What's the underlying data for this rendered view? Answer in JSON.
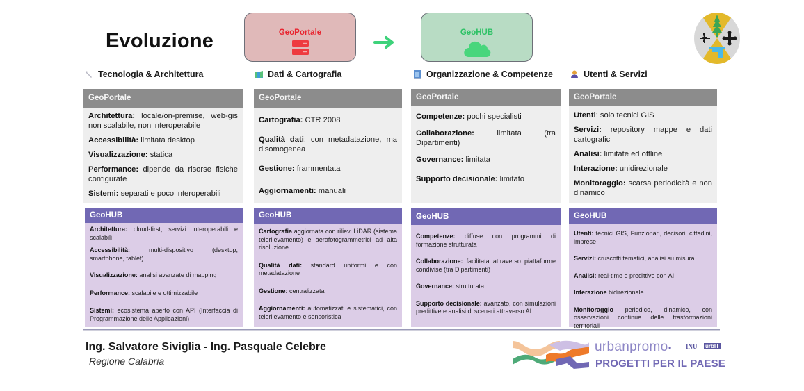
{
  "slide": {
    "title": "Evoluzione",
    "transition": {
      "from": {
        "label": "GeoPortale",
        "icon": "server-icon",
        "color": "#e8242f"
      },
      "to": {
        "label": "GeoHUB",
        "icon": "cloud-icon",
        "color": "#2ec266"
      },
      "arrow_icon": "arrow-right-icon"
    },
    "crest": "regione-calabria-crest"
  },
  "columns": [
    {
      "title": "Tecnologia & Architettura",
      "icon": "wrench-icon",
      "old": {
        "header": "GeoPortale",
        "items": [
          {
            "label": "Architettura:",
            "text": " locale/on-premise, web-gis non scalabile, non interoperabile"
          },
          {
            "label": "Accessibilità:",
            "text": " limitata desktop"
          },
          {
            "label": "Visualizzazione:",
            "text": " statica"
          },
          {
            "label": "Performance:",
            "text": " dipende da risorse fisiche configurate"
          },
          {
            "label": "Sistemi:",
            "text": " separati e poco interoperabili"
          }
        ]
      },
      "new": {
        "header": "GeoHUB",
        "items": [
          {
            "label": "Architettura:",
            "text": " cloud-first, servizi interoperabili e scalabili"
          },
          {
            "label": "Accessibilità:",
            "text": " multi-dispositivo (desktop, smartphone, tablet)"
          },
          {
            "label": "Visualizzazione:",
            "text": " analisi avanzate di mapping"
          },
          {
            "label": "Performance:",
            "text": " scalabile e ottimizzabile"
          },
          {
            "label": "Sistemi:",
            "text": " ecosistema aperto con API (Interfaccia di Programmazione delle Applicazioni)"
          }
        ]
      }
    },
    {
      "title": "Dati & Cartografia",
      "icon": "map-icon",
      "old": {
        "header": "GeoPortale",
        "items": [
          {
            "label": "Cartografia:",
            "text": " CTR 2008"
          },
          {
            "label": "Qualità dati",
            "text": ": con metadatazione, ma disomogenea"
          },
          {
            "label": "Gestione:",
            "text": " frammentata"
          },
          {
            "label": "Aggiornamenti:",
            "text": " manuali"
          }
        ]
      },
      "new": {
        "header": "GeoHUB",
        "items": [
          {
            "label": "Cartografia",
            "text": " aggiornata con rilievi LiDAR (sistema telerilevamento) e aerofotogrammetrici ad alta risoluzione"
          },
          {
            "label": "Qualità dati:",
            "text": " standard uniformi e con metadatazione"
          },
          {
            "label": "Gestione:",
            "text": " centralizzata"
          },
          {
            "label": "Aggiornamenti:",
            "text": " automatizzati e sistematici, con telerilevamento e sensoristica"
          }
        ]
      }
    },
    {
      "title": "Organizzazione & Competenze",
      "icon": "building-icon",
      "old": {
        "header": "GeoPortale",
        "items": [
          {
            "label": "Competenze:",
            "text": " pochi specialisti"
          },
          {
            "label": "Collaborazione:",
            "text": " limitata (tra Dipartimenti)"
          },
          {
            "label": "Governance:",
            "text": " limitata"
          },
          {
            "label": "Supporto decisionale:",
            "text": " limitato"
          }
        ]
      },
      "new": {
        "header": "GeoHUB",
        "items": [
          {
            "label": "Competenze:",
            "text": " diffuse con programmi di formazione strutturata"
          },
          {
            "label": "Collaborazione:",
            "text": " facilitata attraverso piattaforme condivise (tra Dipartimenti)"
          },
          {
            "label": "Governance:",
            "text": " strutturata"
          },
          {
            "label": "Supporto decisionale:",
            "text": " avanzato, con simulazioni predittive e analisi di scenari attraverso AI"
          }
        ]
      }
    },
    {
      "title": "Utenti & Servizi",
      "icon": "user-icon",
      "old": {
        "header": "GeoPortale",
        "items": [
          {
            "label": "Utenti",
            "text": ": solo tecnici GIS"
          },
          {
            "label": "Servizi:",
            "text": " repository mappe e dati cartografici"
          },
          {
            "label": "Analisi:",
            "text": " limitate ed offline"
          },
          {
            "label": "Interazione:",
            "text": " unidirezionale"
          },
          {
            "label": "Monitoraggio:",
            "text": " scarsa periodicità e non dinamico"
          }
        ]
      },
      "new": {
        "header": "GeoHUB",
        "items": [
          {
            "label": "Utenti:",
            "text": " tecnici GIS, Funzionari, decisori, cittadini, imprese"
          },
          {
            "label": "Servizi:",
            "text": " cruscotti tematici, analisi su misura"
          },
          {
            "label": "Analisi:",
            "text": " real-time e predittive con AI"
          },
          {
            "label": "Interazione",
            "text": " bidirezionale"
          },
          {
            "label": "Monitoraggio",
            "text": " periodico, dinamico, con osservazioni continue delle trasformazioni territoriali"
          }
        ]
      }
    }
  ],
  "footer": {
    "authors": "Ing. Salvatore Siviglia - Ing. Pasquale Celebre",
    "organization": "Regione Calabria",
    "event": {
      "brand": "urbanpromo",
      "separator": "•",
      "partner1": "INU",
      "partner2": "urbIT",
      "tagline": "PROGETTI PER IL PAESE"
    }
  }
}
